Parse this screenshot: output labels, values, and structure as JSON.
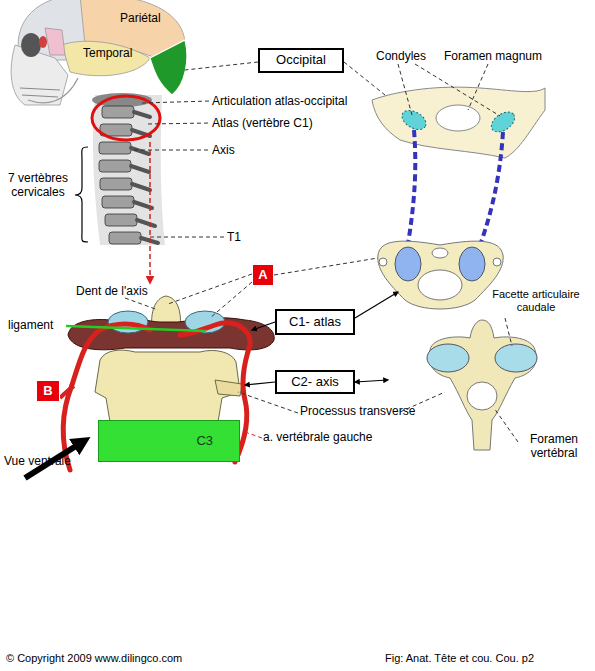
{
  "diagram": {
    "caption": "Fig: Anat. Tête et cou. Cou. p2",
    "nodes": [
      {
        "text": [
          "Occipital"
        ]
      },
      {
        "text": [
          "A"
        ]
      },
      {
        "text": [
          "C1- atlas"
        ]
      },
      {
        "text": [
          "C2- axis"
        ]
      },
      {
        "text": [
          "B"
        ]
      },
      {
        "text": [
          "C3"
        ]
      }
    ],
    "labels": [
      "Pariétal",
      "Temporal",
      "Condyles",
      "Foramen magnum",
      "Articulation atlas-occipital",
      "Atlas (vertèbre C1)",
      "Axis",
      "7 vertèbres cervicales",
      "T1",
      "Dent de l'axis",
      "ligament",
      "Facette articulaire caudale",
      "Processus transverse",
      "Foramen vertébral",
      "a. vertébrale gauche",
      "Vue ventrale",
      "© Copyright 2009 www.dilingco.com"
    ]
  }
}
